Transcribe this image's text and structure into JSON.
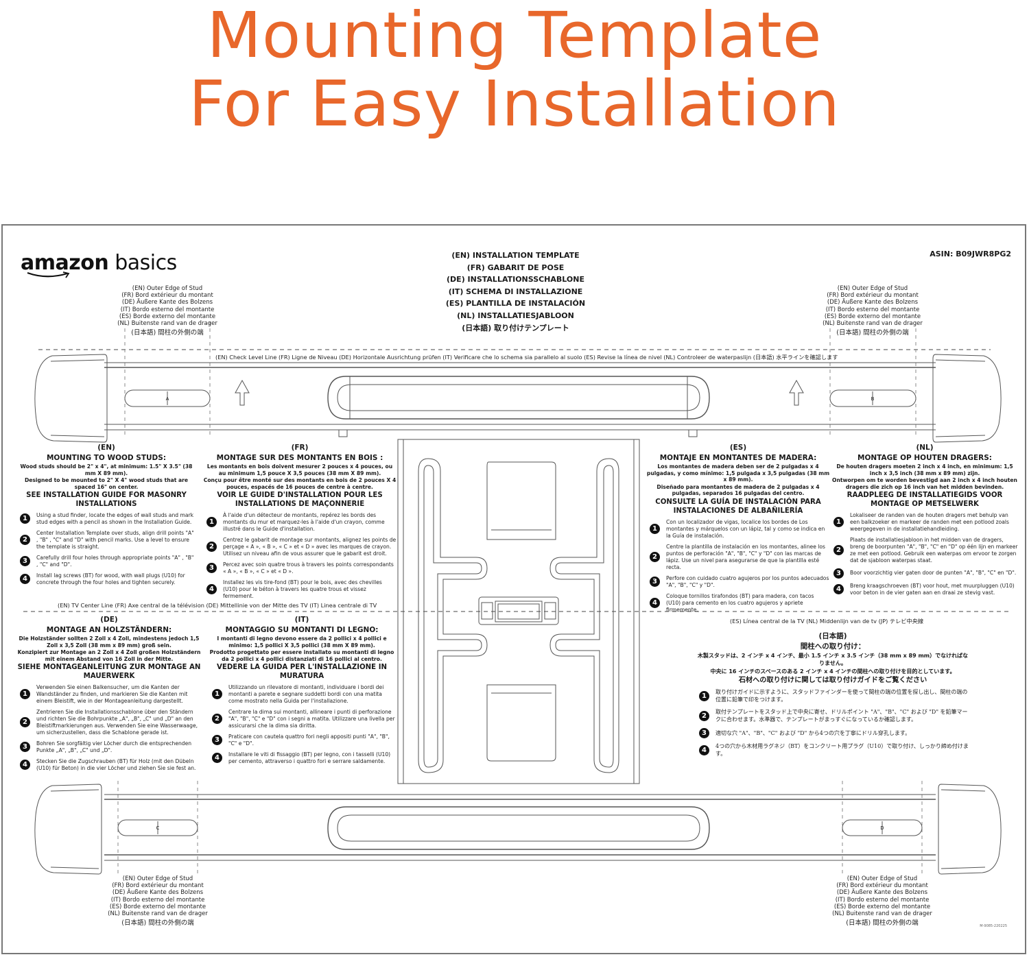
{
  "headline": {
    "line1": "Mounting Template",
    "line2": "For Easy Installation",
    "color": "#E8672B"
  },
  "brand": {
    "name_bold": "amazon",
    "name_light": "basics",
    "logo_icon": "amazon-smile-arrow-icon"
  },
  "asin": "ASIN: B09JWR8PG2",
  "title_stack": [
    "(EN) INSTALLATION TEMPLATE",
    "(FR) GABARIT DE POSE",
    "(DE) INSTALLATIONSSCHABLONE",
    "(IT) SCHEMA DI INSTALLAZIONE",
    "(ES) PLANTILLA DE INSTALACIÓN",
    "(NL) INSTALLATIESJABLOON",
    "(日本語) 取り付けテンプレート"
  ],
  "stud_edge_label": [
    "(EN) Outer Edge of Stud",
    "(FR) Bord extérieur du montant",
    "(DE) Äußere Kante des Bolzens",
    "(IT) Bordo esterno del montante",
    "(ES) Borde externo del montante",
    "(NL) Buitenste rand van de drager"
  ],
  "stud_edge_label_jp": "(日本語) 間柱の外側の端",
  "level_line": "(EN) Check Level Line   (FR) Ligne de Niveau   (DE) Horizontale Ausrichtung prüfen   (IT) Verificare che lo schema sia parallelo al suolo   (ES) Revise la línea de nivel   (NL) Controleer de waterpaslijn   (日本語) 水平ラインを確認します",
  "tv_center_line_left": "(EN) TV Center Line   (FR) Axe central de la télévision   (DE) Mittellinie von der Mitte des TV   (IT) Linea centrale di TV",
  "tv_center_line_right": "(ES) Línea central de la TV   (NL) Middenlijn van de tv   (JP) テレビ中央線",
  "drill_points": [
    "A",
    "B",
    "C",
    "D"
  ],
  "doc_number": "M-9085-220225",
  "sections": {
    "en": {
      "lang": "(EN)",
      "heading": "MOUNTING TO WOOD STUDS:",
      "p1": "Wood studs should be 2\" x 4\", at minimum: 1.5\" X 3.5\" (38 mm X 89 mm).",
      "p2": "Designed to be mounted to 2\" X 4\" wood studs that are spaced 16\" on center.",
      "heading2": "SEE INSTALLATION GUIDE FOR MASONRY INSTALLATIONS",
      "steps": [
        "Using a stud finder, locate the edges of wall studs and mark stud edges with a pencil as shown in the Installation Guide.",
        "Center Installation Template over studs, align drill points \"A\" , \"B\" , \"C\" and \"D\" with pencil marks. Use a level to ensure the template is straight.",
        "Carefully drill four holes through appropriate points \"A\" , \"B\" , \"C\" and \"D\".",
        "Install lag screws (BT) for wood, with wall plugs (U10) for concrete through the four holes and tighten securely."
      ]
    },
    "fr": {
      "lang": "(FR)",
      "heading": "MONTAGE SUR DES MONTANTS EN BOIS :",
      "p1": "Les montants en bois doivent mesurer 2 pouces x 4 pouces, ou au minimum 1,5 pouce X 3,5 pouces (38 mm X 89 mm).",
      "p2": "Conçu pour être monté sur des montants en bois de 2 pouces X 4 pouces, espacés de 16 pouces de centre à centre.",
      "heading2": "VOIR LE GUIDE D'INSTALLATION POUR LES INSTALLATIONS DE MAÇONNERIE",
      "steps": [
        "À l'aide d'un détecteur de montants, repérez les bords des montants du mur et marquez-les à l'aide d'un crayon, comme illustré dans le Guide d'installation.",
        "Centrez le gabarit de montage sur montants, alignez les points de perçage « A », « B », « C » et « D » avec les marques de crayon. Utilisez un niveau afin de vous assurer que le gabarit est droit.",
        "Percez avec soin quatre trous à travers les points correspondants « A », « B », « C » et « D ».",
        "Installez les vis tire-fond (BT) pour le bois, avec des chevilles (U10) pour le béton à travers les quatre trous et vissez fermement."
      ]
    },
    "es": {
      "lang": "(ES)",
      "heading": "MONTAJE EN MONTANTES DE MADERA:",
      "p1": "Los montantes de madera deben ser de 2 pulgadas x 4 pulgadas, y como mínimo: 1,5 pulgada x 3,5 pulgadas (38 mm x 89 mm).",
      "p2": "Diseñado para montantes de madera de 2 pulgadas x 4 pulgadas, separados 16 pulgadas del centro.",
      "heading2": "CONSULTE LA GUÍA DE INSTALACIÓN PARA INSTALACIONES DE ALBAÑILERÍA",
      "steps": [
        "Con un localizador de vigas, localice los bordes de Los montantes y márquelos con un lápiz, tal y como se indica en la Guía de instalación.",
        "Centre la plantilla de instalación en los montantes, alinee los puntos de perforación \"A\", \"B\", \"C\" y \"D\" con las marcas de lápiz. Use un nivel para asegurarse de que la plantilla esté recta.",
        "Perfore con cuidado cuatro agujeros por los puntos adecuados \"A\", \"B\", \"C\" y \"D\".",
        "Coloque tornillos tirafondos (BT) para madera, con tacos (U10) para cemento en los cuatro agujeros y apriete firmemente."
      ]
    },
    "nl": {
      "lang": "(NL)",
      "heading": "MONTAGE OP HOUTEN DRAGERS:",
      "p1": "De houten dragers moeten 2 inch x 4 inch, en minimum: 1,5 inch x 3,5 inch (38 mm x 89 mm) zijn.",
      "p2": "Ontworpen om te worden bevestigd aan 2 inch x 4 inch houten dragers die zich op 16 inch van het midden bevinden.",
      "heading2": "RAADPLEEG DE INSTALLATIEGIDS VOOR MONTAGE OP METSELWERK",
      "steps": [
        "Lokaliseer de randen van de houten dragers met behulp van een balkzoeker en markeer de randen met een potlood zoals weergegeven in de installatiehandleiding.",
        "Plaats de installatiesjabloon in het midden van de dragers, breng de boorpunten \"A\", \"B\", \"C\" en \"D\" op één lijn en markeer ze met een potlood. Gebruik een waterpas om ervoor te zorgen dat de sjabloon waterpas staat.",
        "Boor voorzichtig vier gaten door de punten \"A\", \"B\", \"C\" en \"D\".",
        "Breng kraagschroeven (BT) voor hout, met muurpluggen (U10) voor beton in de vier gaten aan en draai ze stevig vast."
      ]
    },
    "de": {
      "lang": "(DE)",
      "heading": "MONTAGE AN HOLZSTÄNDERN:",
      "p1": "Die Holzständer sollten 2 Zoll x 4 Zoll, mindestens jedoch 1,5 Zoll x 3,5 Zoll (38 mm x 89 mm) groß sein.",
      "p2": "Konzipiert zur Montage an 2 Zoll x 4 Zoll großen Holzständern mit einem Abstand von 16 Zoll in der Mitte.",
      "heading2": "SIEHE MONTAGEANLEITUNG ZUR MONTAGE AN MAUERWERK",
      "steps": [
        "Verwenden Sie einen Balkensucher, um die Kanten der Wandständer zu finden, und markieren Sie die Kanten mit einem Bleistift, wie in der Montageanleitung dargestellt.",
        "Zentrieren Sie die Installationsschablone über den Ständern und richten Sie die Bohrpunkte „A\", „B\", „C\" und „D\" an den Bleistiftmarkierungen aus. Verwenden Sie eine Wasserwaage, um sicherzustellen, dass die Schablone gerade ist.",
        "Bohren Sie sorgfältig vier Löcher durch die entsprechenden Punkte „A\", „B\", „C\" und „D\".",
        "Stecken Sie die Zugschrauben (BT) für Holz (mit den Dübeln (U10) für Beton) in die vier Löcher und ziehen Sie sie fest an."
      ]
    },
    "it": {
      "lang": "(IT)",
      "heading": "MONTAGGIO SU MONTANTI DI LEGNO:",
      "p1": "I montanti di legno devono essere da 2 pollici x 4 pollici e minimo: 1,5 pollici X 3,5 pollici (38 mm X 89 mm).",
      "p2": "Prodotto progettato per essere installato su montanti di legno da 2 pollici x 4 pollici distanziati di 16 pollici al centro.",
      "heading2": "VEDERE LA GUIDA PER L'INSTALLAZIONE IN MURATURA",
      "steps": [
        "Utilizzando un rilevatore di montanti, individuare i bordi dei montanti a parete e segnare suddetti bordi con una matita come mostrato nella Guida per l'installazione.",
        "Centrare la dima sui montanti, allineare i punti di perforazione \"A\", \"B\", \"C\" e \"D\" con i segni a matita. Utilizzare una livella per assicurarsi che la dima sia diritta.",
        "Praticare con cautela quattro fori negli appositi punti \"A\", \"B\", \"C\" e \"D\".",
        "Installare le viti di fissaggio (BT) per legno, con i tasselli (U10) per cemento, attraverso i quattro fori e serrare saldamente."
      ]
    },
    "jp": {
      "lang": "(日本語)",
      "heading": "間柱への取り付け：",
      "p1": "木製スタッドは、2 インチ x 4 インチ、最小 1.5 インチ x 3.5 インチ（38 mm x 89 mm）でなければなりません。",
      "p2": "中央に 16 インチのスペースのある 2 インチ x 4 インチの間柱への取り付けを目的としています。",
      "heading2": "石材への取り付けに関しては取り付けガイドをご覧ください",
      "steps": [
        "取り付けガイドに示すように、スタッドファインダーを使って間柱の端の位置を探し出し、間柱の端の位置に鉛筆で印をつけます。",
        "取付テンプレートをスタッド上で中央に寄せ、ドリルポイント \"A\"、\"B\"、\"C\" および \"D\" を鉛筆マークに合わせます。水準器で、テンプレートがまっすぐになっているか確認します。",
        "適切な穴 \"A\"、\"B\"、\"C\" および \"D\" から4つの穴を丁寧にドリル穿孔します。",
        "4つの穴から木材用ラグネジ（BT）をコンクリート用プラグ（U10）で取り付け、しっかり締め付けます。"
      ]
    }
  }
}
